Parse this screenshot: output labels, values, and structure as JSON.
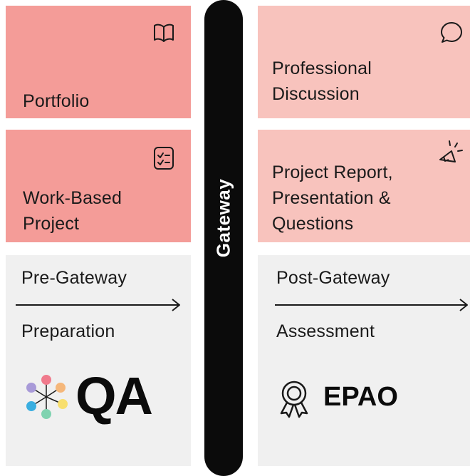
{
  "cards": {
    "portfolio": {
      "label": "Portfolio",
      "icon": "book-icon"
    },
    "professional_discussion": {
      "line1": "Professional",
      "line2": "Discussion",
      "icon": "speech-bubble-icon"
    },
    "work_based_project": {
      "line1": "Work-Based",
      "line2": "Project",
      "icon": "checklist-icon"
    },
    "project_report": {
      "line1": "Project Report,",
      "line2": "Presentation &",
      "line3": "Questions",
      "icon": "megaphone-icon"
    }
  },
  "gateway": {
    "label": "Gateway"
  },
  "pre_gateway": {
    "title": "Pre-Gateway",
    "subtitle": "Preparation",
    "logo_text": "QA"
  },
  "post_gateway": {
    "title": "Post-Gateway",
    "subtitle": "Assessment",
    "logo_text": "EPAO"
  },
  "colors": {
    "dark_pink": "#f49c98",
    "light_pink": "#f8c3bd",
    "grey": "#f0f0f0",
    "bar": "#0b0b0b"
  }
}
